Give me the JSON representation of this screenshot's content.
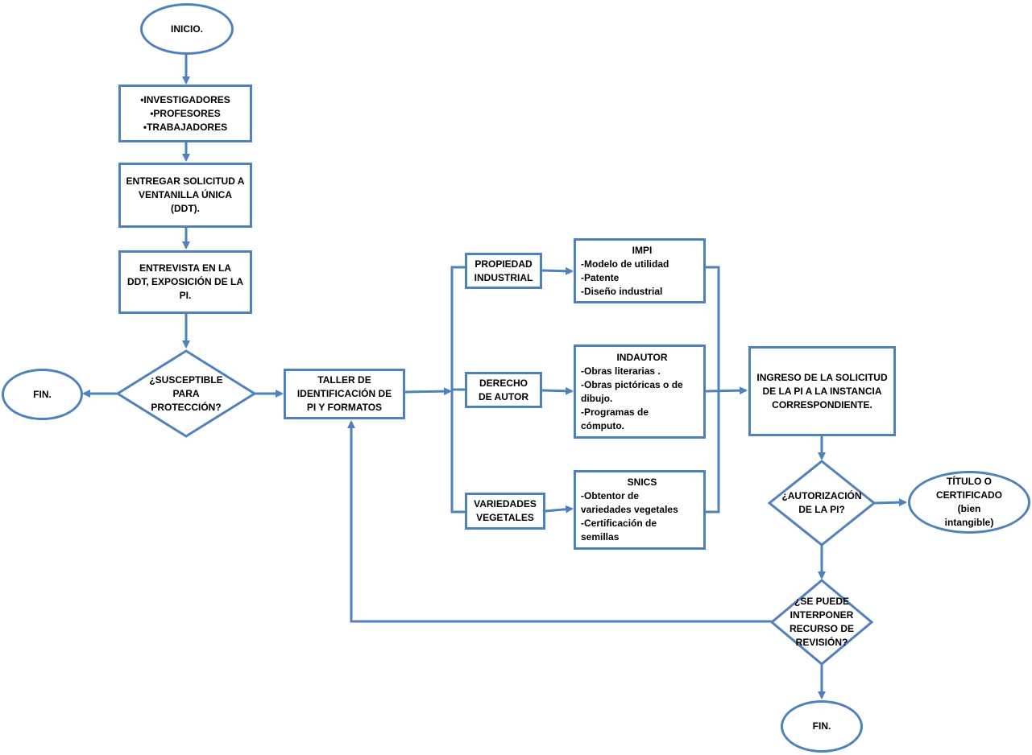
{
  "colors": {
    "stroke": "#4f81bd",
    "fill": "#ffffff",
    "text": "#000000"
  },
  "nodes": {
    "inicio": "INICIO.",
    "participants": [
      "INVESTIGADORES",
      "PROFESORES",
      "TRABAJADORES"
    ],
    "entregar": [
      "ENTREGAR SOLICITUD A",
      "VENTANILLA ÚNICA",
      "(DDT)."
    ],
    "entrevista": [
      "ENTREVISTA EN LA",
      "DDT, EXPOSICIÓN DE LA",
      "PI."
    ],
    "susceptible": [
      "¿SUSCEPTIBLE",
      "PARA",
      "PROTECCIÓN?"
    ],
    "fin_left": "FIN.",
    "taller": [
      "TALLER DE",
      "IDENTIFICACIÓN DE",
      "PI Y FORMATOS"
    ],
    "propiedad": [
      "PROPIEDAD",
      "INDUSTRIAL"
    ],
    "derecho": [
      "DERECHO",
      "DE AUTOR"
    ],
    "variedades": [
      "VARIEDADES",
      "VEGETALES"
    ],
    "impi": {
      "title": "IMPI",
      "items": [
        "-Modelo de utilidad",
        "-Patente",
        "-Diseño industrial"
      ]
    },
    "indautor": {
      "title": "INDAUTOR",
      "items": [
        "-Obras literarias .",
        "-Obras pictóricas o de",
        "dibujo.",
        "-Programas de",
        "cómputo."
      ]
    },
    "snics": {
      "title": "SNICS",
      "items": [
        "-Obtentor de",
        "variedades vegetales",
        "-Certificación de",
        "semillas"
      ]
    },
    "ingreso": [
      "INGRESO DE LA SOLICITUD",
      "DE LA PI A LA INSTANCIA",
      "CORRESPONDIENTE."
    ],
    "autorizacion": [
      "¿AUTORIZACIÓN",
      "DE LA PI?"
    ],
    "titulo": [
      "TÍTULO O",
      "CERTIFICADO",
      "(bien",
      "intangible)"
    ],
    "recurso": [
      "¿SE PUEDE",
      "INTERPONER",
      "RECURSO DE",
      "REVISIÓN?"
    ],
    "fin_bottom": "FIN."
  }
}
